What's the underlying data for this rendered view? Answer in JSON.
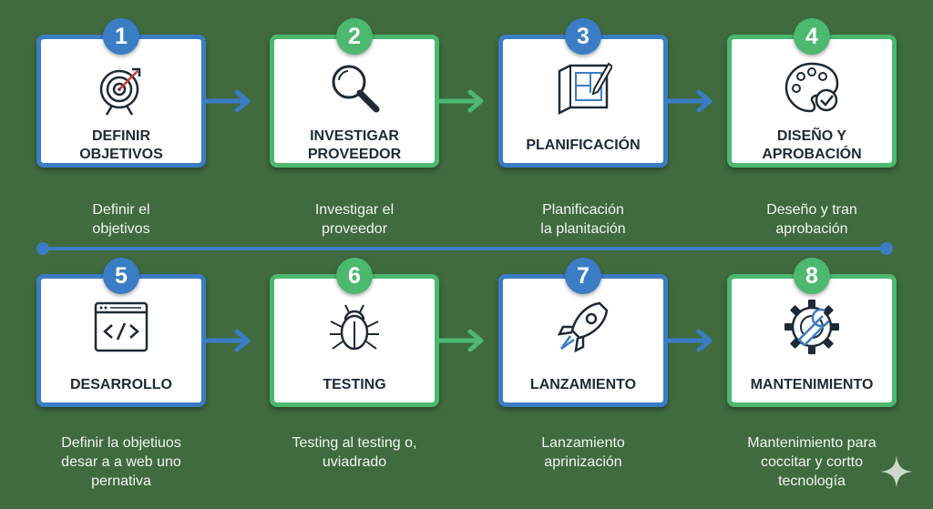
{
  "colors": {
    "background": "#3f6b3f",
    "blue": "#3b7dc4",
    "green": "#4cb870",
    "ink": "#1e2a36"
  },
  "steps": [
    {
      "number": "1",
      "title": "DEFINIR\nOBJETIVOS",
      "description": "Definir el\nobjetivos",
      "icon": "target-icon",
      "accent": "blue"
    },
    {
      "number": "2",
      "title": "INVESTIGAR\nPROVEEDOR",
      "description": "Investigar el\nproveedor",
      "icon": "magnifier-icon",
      "accent": "green"
    },
    {
      "number": "3",
      "title": "PLANIFICACIÓN",
      "description": "Planificación\nla planitación",
      "icon": "blueprint-icon",
      "accent": "blue"
    },
    {
      "number": "4",
      "title": "DISEÑO Y\nAPROBACIÓN",
      "description": "Deseño y tran\naprobación",
      "icon": "palette-icon",
      "accent": "green"
    },
    {
      "number": "5",
      "title": "DESARROLLO",
      "description": "Definir la objetiuos\ndesar a a web uno\npernativa",
      "icon": "code-window-icon",
      "accent": "blue"
    },
    {
      "number": "6",
      "title": "TESTING",
      "description": "Testing al testing o,\nuviadrado",
      "icon": "bug-icon",
      "accent": "green"
    },
    {
      "number": "7",
      "title": "LANZAMIENTO",
      "description": "Lanzamiento\naprinización",
      "icon": "rocket-icon",
      "accent": "blue"
    },
    {
      "number": "8",
      "title": "MANTENIMIENTO",
      "description": "Mantenimiento para\ncoccitar y cortto\ntecnología",
      "icon": "gear-wrench-icon",
      "accent": "green"
    }
  ],
  "arrows": [
    {
      "from": 1,
      "to": 2,
      "accent": "blue"
    },
    {
      "from": 2,
      "to": 3,
      "accent": "green"
    },
    {
      "from": 3,
      "to": 4,
      "accent": "blue"
    },
    {
      "from": 5,
      "to": 6,
      "accent": "blue"
    },
    {
      "from": 6,
      "to": 7,
      "accent": "green"
    },
    {
      "from": 7,
      "to": 8,
      "accent": "blue"
    }
  ]
}
